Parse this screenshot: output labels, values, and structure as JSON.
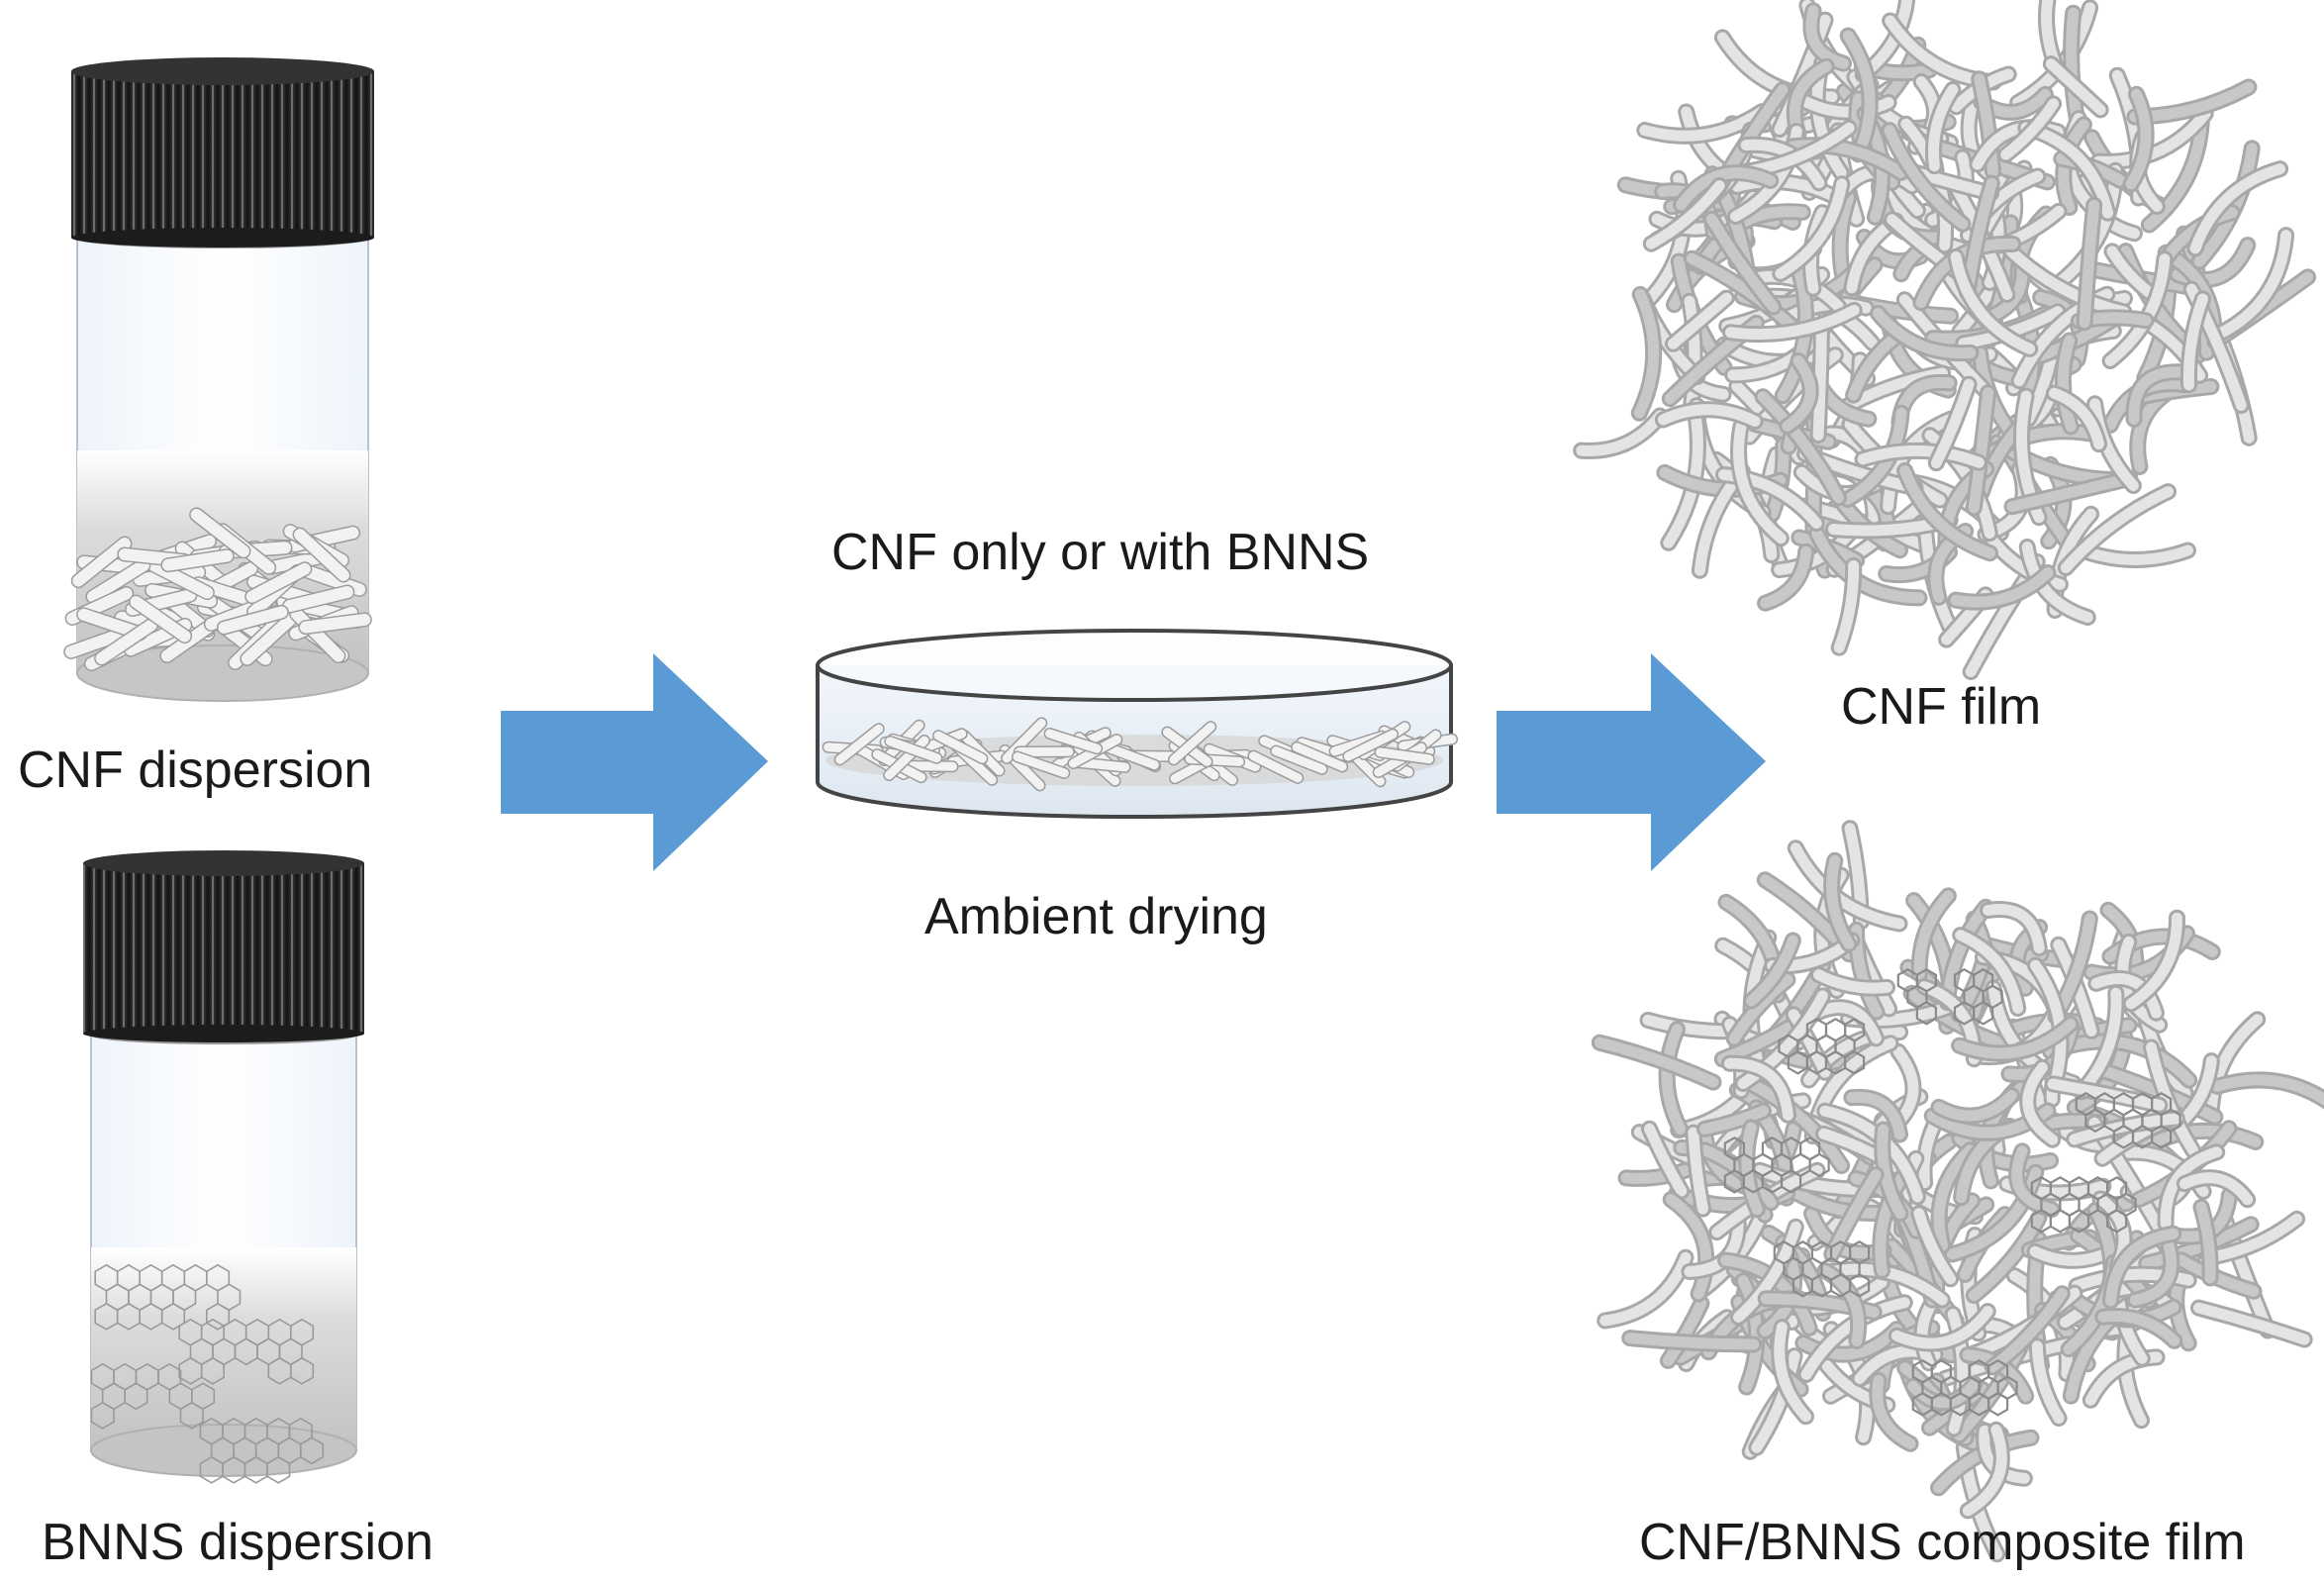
{
  "labels": {
    "cnf_dispersion": "CNF dispersion",
    "bnns_dispersion": "BNNS dispersion",
    "dish_top": "CNF only or with BNNS",
    "dish_bottom": "Ambient drying",
    "cnf_film": "CNF film",
    "composite_film": "CNF/BNNS composite film"
  },
  "colors": {
    "arrow": "#5b9bd5",
    "cap": "#2b2b2b",
    "fiber": "#c8c8c8",
    "hexagon": "#8a8a8a"
  }
}
